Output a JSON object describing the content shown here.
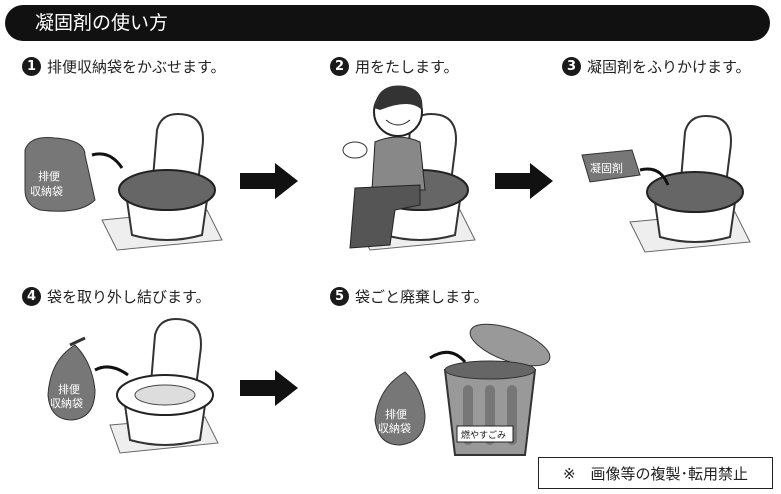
{
  "header": {
    "title": "凝固剤の使い方"
  },
  "steps": [
    {
      "num": "1",
      "label": "排便収納袋をかぶせます。"
    },
    {
      "num": "2",
      "label": "用をたします。"
    },
    {
      "num": "3",
      "label": "凝固剤をふりかけます。"
    },
    {
      "num": "4",
      "label": "袋を取り外し結びます。"
    },
    {
      "num": "5",
      "label": "袋ごと廃棄します。"
    }
  ],
  "illustration_labels": {
    "bag_line1": "排便",
    "bag_line2": "収納袋",
    "coagulant": "凝固剤",
    "burnable_trash": "燃やすごみ"
  },
  "notice": "※　画像等の複製･転用禁止"
}
